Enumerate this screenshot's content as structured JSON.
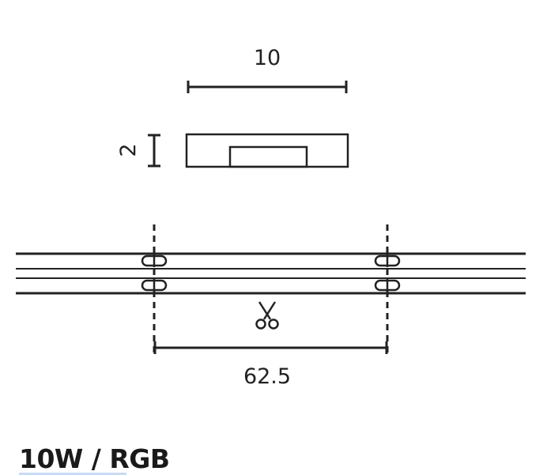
{
  "dimensions": {
    "width": "10",
    "height": "2",
    "cut_interval": "62.5"
  },
  "title": "10W / RGB",
  "icons": [
    "scissors-icon"
  ],
  "colors": {
    "line": "#222222",
    "underline": "#c9dcf3"
  }
}
